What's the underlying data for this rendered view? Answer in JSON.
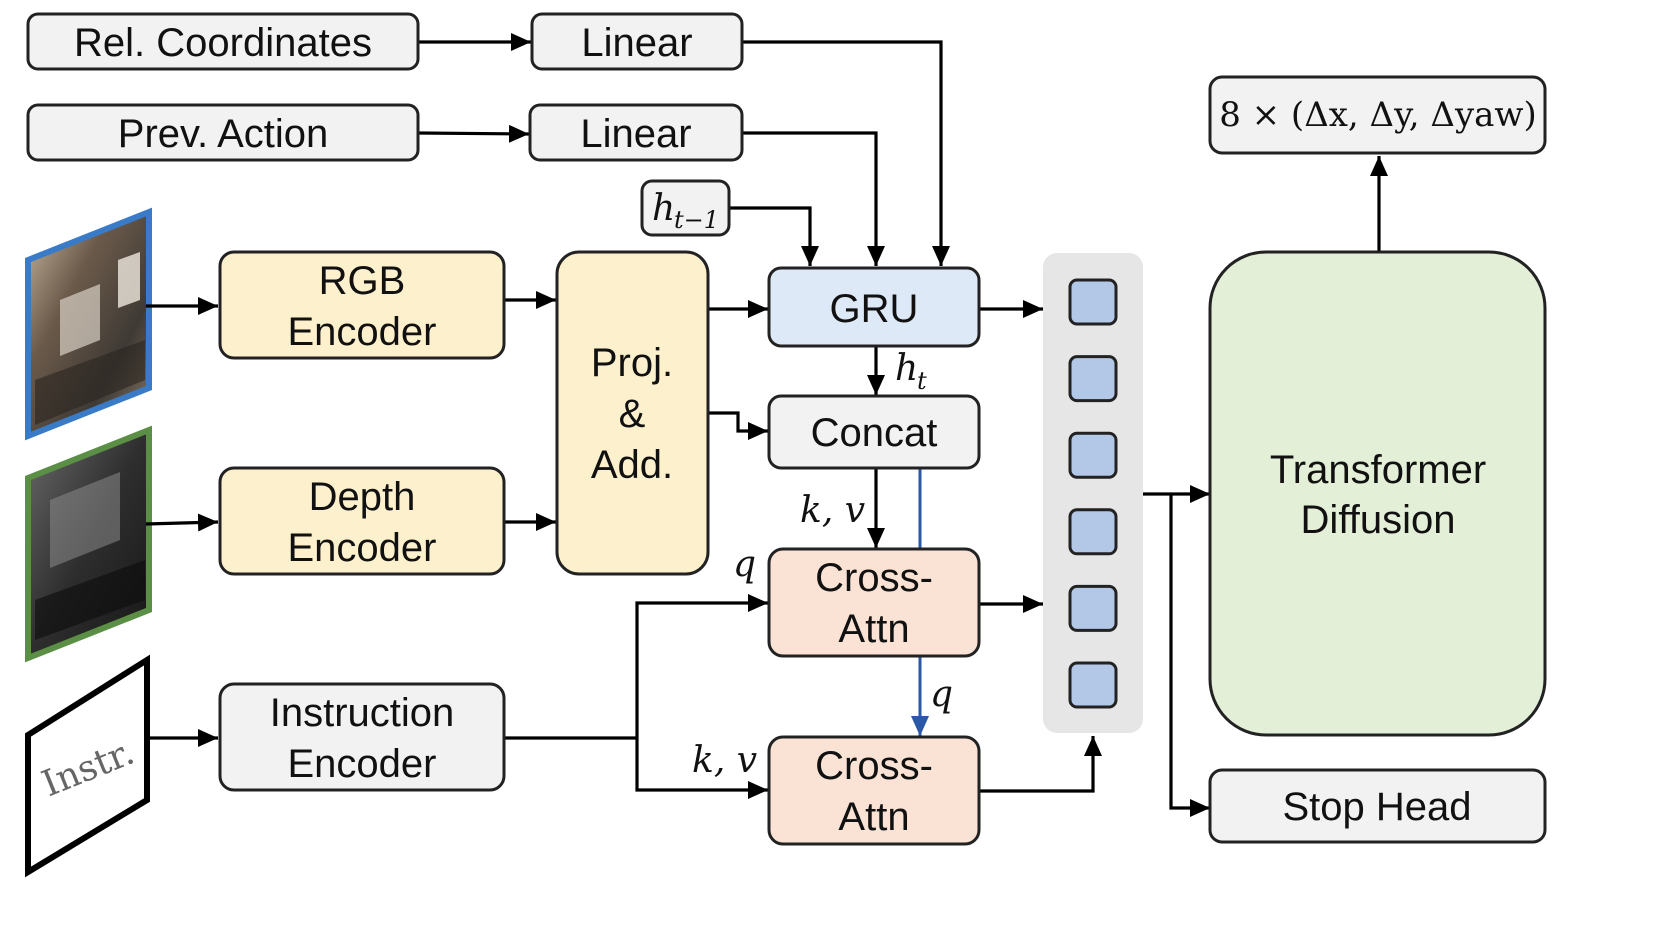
{
  "boxes": {
    "rel_coordinates": "Rel. Coordinates",
    "linear_1": "Linear",
    "prev_action": "Prev. Action",
    "linear_2": "Linear",
    "rgb_encoder": [
      "RGB",
      "Encoder"
    ],
    "depth_encoder": [
      "Depth",
      "Encoder"
    ],
    "instruction_encoder": [
      "Instruction",
      "Encoder"
    ],
    "proj_add": [
      "Proj.",
      "&",
      "Add."
    ],
    "gru": "GRU",
    "concat": "Concat",
    "cross_attn_1": [
      "Cross-",
      "Attn"
    ],
    "cross_attn_2": [
      "Cross-",
      "Attn"
    ],
    "transformer_diffusion": [
      "Transformer",
      "Diffusion"
    ],
    "stop_head": "Stop Head",
    "output": "8 × (Δx, Δy, Δyaw)"
  },
  "inputs": {
    "instruction_image_text": "Instr."
  },
  "labels": {
    "h_prev": "h",
    "h_prev_sub": "t−1",
    "h_t": "h",
    "h_t_sub": "t",
    "kv_1": "k, v",
    "q_1": "q",
    "q_2": "q",
    "kv_2": "k, v"
  },
  "token_count": 6,
  "colors": {
    "gray_box": "#f2f2f2",
    "encoder_fill": "#fdf0cc",
    "gru_fill": "#dde9f6",
    "cross_attn_fill": "#fae3d5",
    "diffusion_fill": "#e3efd7",
    "token_fill": "#b3c7e6",
    "token_panel": "#e6e6e6",
    "rgb_frame": "#3a7bc8",
    "depth_frame": "#5a8f45",
    "blue_arrow": "#2a58a6"
  }
}
